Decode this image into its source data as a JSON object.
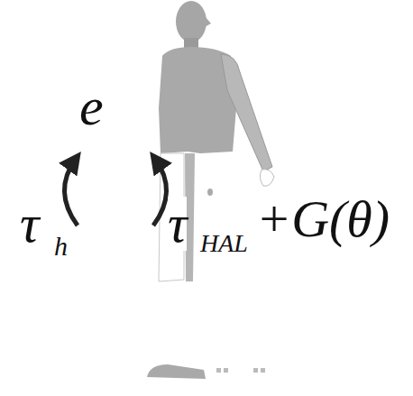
{
  "diagram": {
    "labels": [
      "e",
      "τ",
      "h",
      "τ",
      "HAL",
      "+G(θ)"
    ]
  }
}
